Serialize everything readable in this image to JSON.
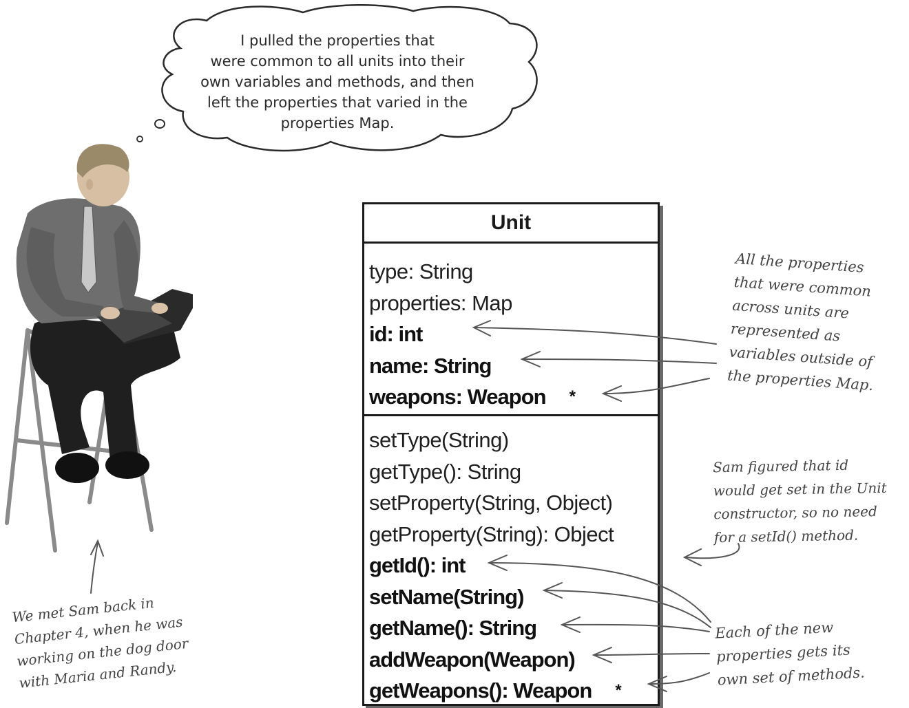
{
  "thought_bubble": {
    "lines": [
      "I pulled the properties that",
      "were common to all units into their",
      "own variables and methods, and then",
      "left the properties that varied in the",
      "properties Map."
    ]
  },
  "uml_class": {
    "name": "Unit",
    "attributes": [
      {
        "text": "type: String",
        "bold": false,
        "multiplicity": ""
      },
      {
        "text": "properties: Map",
        "bold": false,
        "multiplicity": ""
      },
      {
        "text": "id: int",
        "bold": true,
        "multiplicity": ""
      },
      {
        "text": "name: String",
        "bold": true,
        "multiplicity": ""
      },
      {
        "text": "weapons: Weapon",
        "bold": true,
        "multiplicity": "*"
      }
    ],
    "methods": [
      {
        "text": "setType(String)",
        "bold": false,
        "multiplicity": ""
      },
      {
        "text": "getType(): String",
        "bold": false,
        "multiplicity": ""
      },
      {
        "text": "setProperty(String, Object)",
        "bold": false,
        "multiplicity": ""
      },
      {
        "text": "getProperty(String): Object",
        "bold": false,
        "multiplicity": ""
      },
      {
        "text": "getId(): int",
        "bold": true,
        "multiplicity": ""
      },
      {
        "text": "setName(String)",
        "bold": true,
        "multiplicity": ""
      },
      {
        "text": "getName(): String",
        "bold": true,
        "multiplicity": ""
      },
      {
        "text": "addWeapon(Weapon)",
        "bold": true,
        "multiplicity": ""
      },
      {
        "text": "getWeapons(): Weapon",
        "bold": true,
        "multiplicity": "*"
      }
    ]
  },
  "annotations": {
    "common_properties": [
      "All the properties",
      "that were common",
      "across units are",
      "represented as",
      "variables outside of",
      "the properties Map."
    ],
    "set_id": [
      "Sam figured that id",
      "would get set in the Unit",
      "constructor, so no need",
      "for a setId() method."
    ],
    "new_methods": [
      "Each of the new",
      "properties gets its",
      "own set of methods."
    ],
    "sam_intro": [
      "We met Sam back in",
      "Chapter 4, when he was",
      "working on the dog door",
      "with Maria and Randy."
    ]
  }
}
